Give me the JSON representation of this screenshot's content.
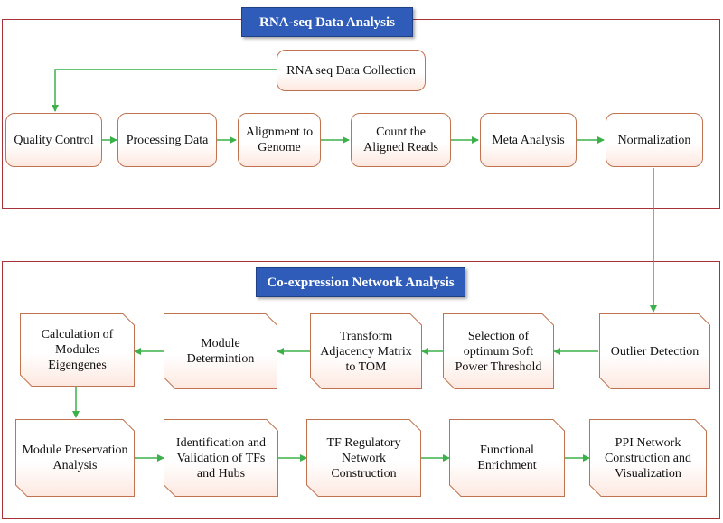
{
  "top_section": {
    "title": "RNA-seq Data Analysis",
    "nodes": {
      "collection": "RNA seq Data Collection",
      "quality": "Quality Control",
      "processing": "Processing Data",
      "alignment": "Alignment to Genome",
      "count": "Count the Aligned Reads",
      "meta": "Meta Analysis",
      "normalization": "Normalization"
    }
  },
  "bottom_section": {
    "title": "Co-expression Network Analysis",
    "row1": {
      "outlier": "Outlier Detection",
      "soft_power": "Selection of optimum Soft Power Threshold",
      "tom": "Transform Adjacency Matrix to TOM",
      "module_det": "Module Determintion",
      "eigengenes": "Calculation of Modules Eigengenes"
    },
    "row2": {
      "preservation": "Module Preservation Analysis",
      "tfs_hubs": "Identification and Validation of TFs and Hubs",
      "tf_network": "TF Regulatory Network Construction",
      "functional": "Functional Enrichment",
      "ppi": "PPI Network Construction and Visualization"
    }
  },
  "colors": {
    "panel_border": "#a8323a",
    "banner_fill": "#2e5cb8",
    "node_border": "#c0734e",
    "node_fill_bottom": "#fde8e0",
    "arrow": "#3cb04a"
  }
}
